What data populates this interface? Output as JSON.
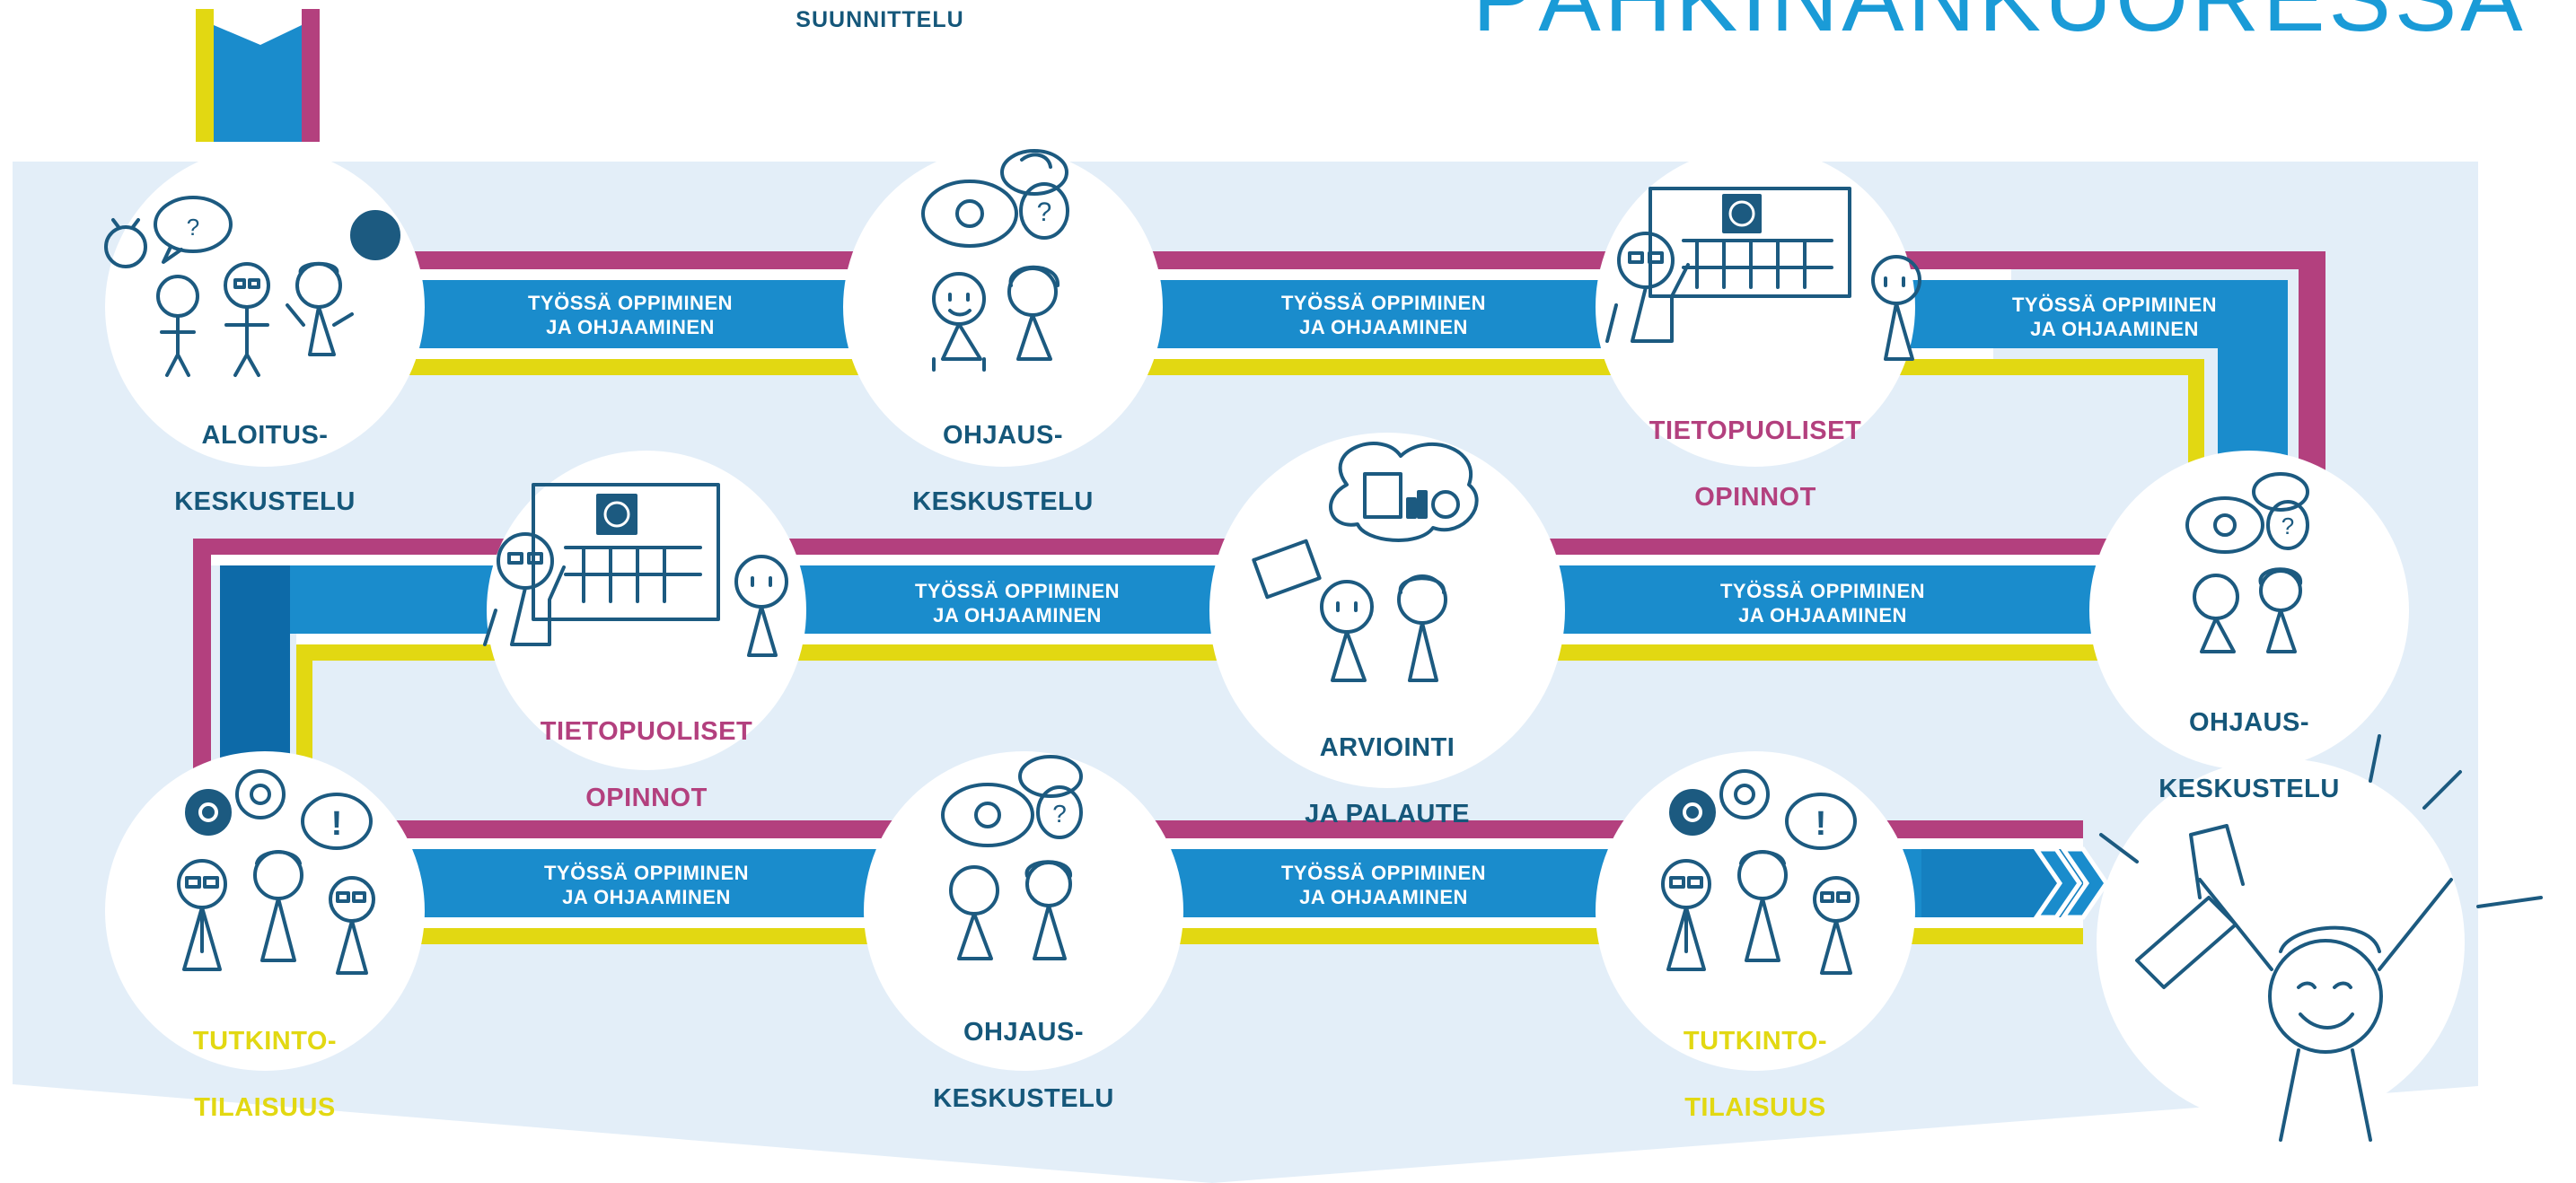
{
  "header": {
    "title": "PÄHKINÄNKUORESSA",
    "subtitle": "SUUNNITTELU"
  },
  "colors": {
    "background_panel": "#e3eef8",
    "blue_band": "#1a8ccc",
    "blue_band_dark": "#0d6aa8",
    "magenta": "#b3407e",
    "yellow": "#e2d812",
    "navy_text": "#15577a",
    "magenta_text": "#b3407e",
    "yellow_text": "#e2d812",
    "sketch_stroke": "#1c5a80"
  },
  "band_text": {
    "line1": "TYÖSSÄ OPPIMINEN",
    "line2": "JA OHJAAMINEN"
  },
  "stations": [
    {
      "id": "s1",
      "line1": "ALOITUS-",
      "line2": "KESKUSTELU",
      "color": "navy",
      "icon": "kickoff-group-icon"
    },
    {
      "id": "s2",
      "line1": "OHJAUS-",
      "line2": "KESKUSTELU",
      "color": "navy",
      "icon": "discussion-pair-icon"
    },
    {
      "id": "s3",
      "line1": "TIETOPUOLISET",
      "line2": "OPINNOT",
      "color": "magenta",
      "icon": "classroom-board-icon"
    },
    {
      "id": "s4",
      "line1": "OHJAUS-",
      "line2": "KESKUSTELU",
      "color": "navy",
      "icon": "discussion-pair-icon"
    },
    {
      "id": "s5",
      "line1": "TIETOPUOLISET",
      "line2": "OPINNOT",
      "color": "magenta",
      "icon": "classroom-board-icon"
    },
    {
      "id": "s6",
      "line1": "ARVIOINTI",
      "line2": "JA PALAUTE",
      "color": "navy",
      "icon": "evaluation-pair-icon"
    },
    {
      "id": "s7",
      "line1": "TUTKINTO-",
      "line2": "TILAISUUS",
      "color": "yellow",
      "icon": "exam-group-icon"
    },
    {
      "id": "s8",
      "line1": "OHJAUS-",
      "line2": "KESKUSTELU",
      "color": "navy",
      "icon": "discussion-pair-icon"
    },
    {
      "id": "s9",
      "line1": "TUTKINTO-",
      "line2": "TILAISUUS",
      "color": "yellow",
      "icon": "exam-group-icon"
    }
  ],
  "finish": {
    "icon": "graduate-celebration-icon"
  },
  "bookmark": {
    "icon": "bookmark-ribbon-icon"
  }
}
